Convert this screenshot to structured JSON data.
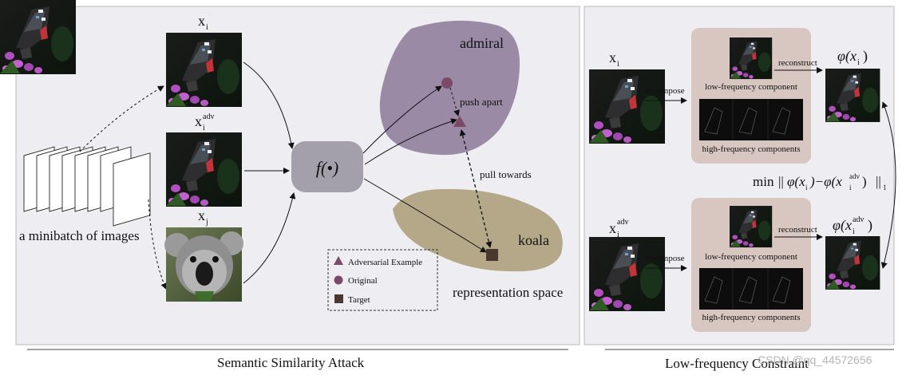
{
  "left_panel": {
    "caption": "Semantic Similarity Attack",
    "minibatch_label": "a minibatch of images",
    "images": {
      "xi": {
        "base": "x",
        "sub": "i",
        "sup": ""
      },
      "xadv": {
        "base": "x",
        "sub": "i",
        "sup": "adv"
      },
      "xj": {
        "base": "x",
        "sub": "j",
        "sup": ""
      }
    },
    "function_label": "f(•)",
    "regions": {
      "admiral": "admiral",
      "koala": "koala"
    },
    "push_label": "push apart",
    "pull_label": "pull towards",
    "space_label": "representation space",
    "legend": [
      {
        "shape": "triangle",
        "label": "Adversarial Example"
      },
      {
        "shape": "circle",
        "label": "Original"
      },
      {
        "shape": "square",
        "label": "Target"
      }
    ]
  },
  "right_panel": {
    "caption": "Low-frequency Constraint",
    "decompose_label": "decompose",
    "reconstruct_label": "reconstruct",
    "low_label": "low-frequency component",
    "high_label": "high-frequency components",
    "top_input": {
      "base": "x",
      "sub": "i",
      "sup": ""
    },
    "bottom_input": {
      "base": "x",
      "sub": "i",
      "sup": "adv"
    },
    "top_output": "φ(x",
    "bottom_output": "φ(x",
    "min_expression": {
      "min": "min",
      "norm_open": "||",
      "phi1": "φ(x",
      "sub1": "i",
      "minus": ")−φ(x",
      "sub2": "i",
      "sup2": "adv",
      "close": ")",
      "norm_close": "||",
      "norm_sub": "1"
    }
  },
  "watermark": "CSDN @qq_44572656",
  "colors": {
    "admiral_region": "#9b8aa6",
    "koala_region": "#b5a888",
    "function_box": "#a3a0ab",
    "freq_box": "#d8c6c0",
    "marker": "#7a4a68",
    "target": "#4a3830",
    "panel_bg": "#eeeef2"
  }
}
